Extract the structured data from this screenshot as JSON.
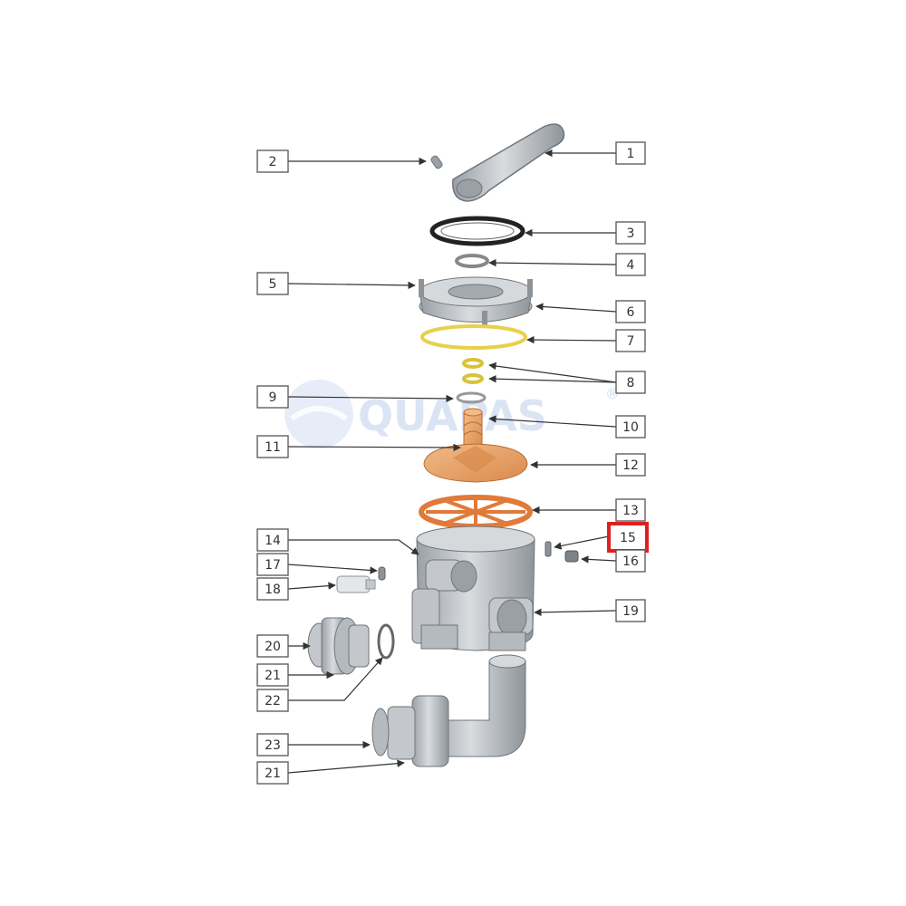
{
  "watermark": {
    "text": "QUAPAS",
    "mark": "®"
  },
  "callouts": [
    {
      "id": "c1",
      "label": "1"
    },
    {
      "id": "c2",
      "label": "2"
    },
    {
      "id": "c3",
      "label": "3"
    },
    {
      "id": "c4",
      "label": "4"
    },
    {
      "id": "c5",
      "label": "5"
    },
    {
      "id": "c6",
      "label": "6"
    },
    {
      "id": "c7",
      "label": "7"
    },
    {
      "id": "c8",
      "label": "8"
    },
    {
      "id": "c9",
      "label": "9"
    },
    {
      "id": "c10",
      "label": "10"
    },
    {
      "id": "c11",
      "label": "11"
    },
    {
      "id": "c12",
      "label": "12"
    },
    {
      "id": "c13",
      "label": "13"
    },
    {
      "id": "c14",
      "label": "14"
    },
    {
      "id": "c15",
      "label": "15",
      "highlighted": true
    },
    {
      "id": "c16",
      "label": "16"
    },
    {
      "id": "c17",
      "label": "17"
    },
    {
      "id": "c18",
      "label": "18"
    },
    {
      "id": "c19",
      "label": "19"
    },
    {
      "id": "c20",
      "label": "20"
    },
    {
      "id": "c21a",
      "label": "21"
    },
    {
      "id": "c22",
      "label": "22"
    },
    {
      "id": "c23",
      "label": "23"
    },
    {
      "id": "c21b",
      "label": "21"
    }
  ],
  "colors": {
    "part_grey": "#c4c8cc",
    "part_grey_dark": "#8e9398",
    "part_orange": "#e8a46c",
    "part_orange_dark": "#c7773d",
    "gasket_yellow": "#e8d04a",
    "highlight": "#e02020",
    "callout_border": "#555555"
  }
}
